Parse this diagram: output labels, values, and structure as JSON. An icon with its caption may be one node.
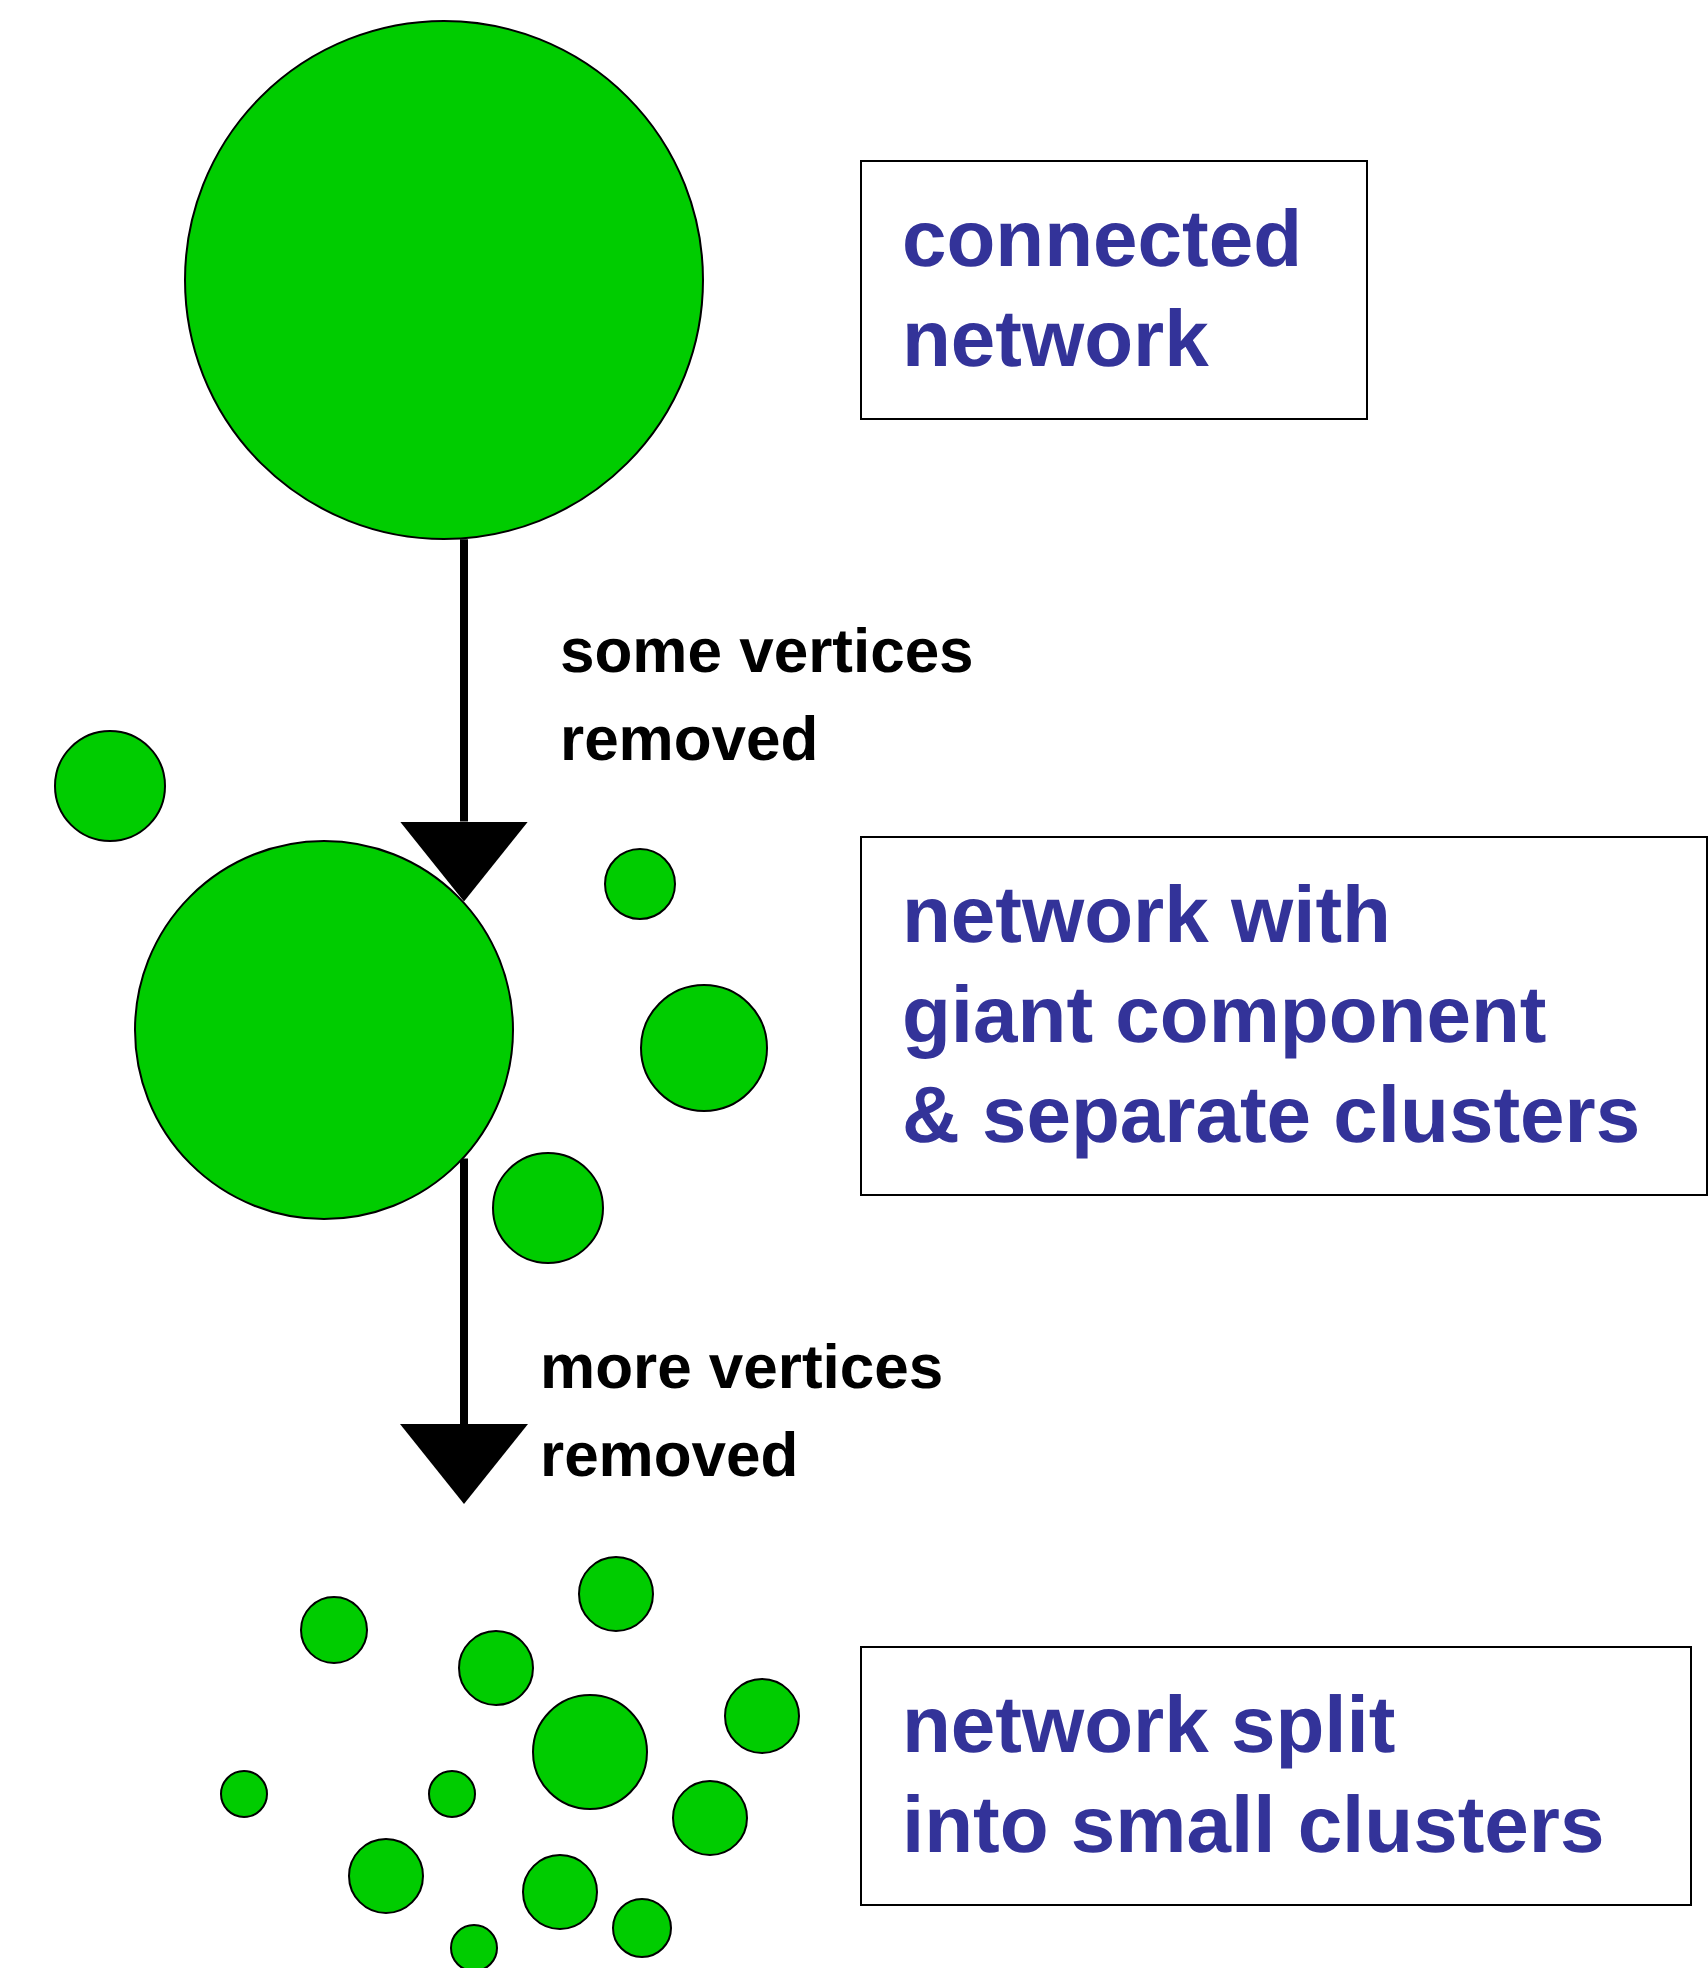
{
  "diagram": {
    "nodes": [
      {
        "text": [],
        "shape": "circle"
      },
      {
        "text": [
          "connected network"
        ]
      },
      {
        "text": [],
        "shape": "circle"
      },
      {
        "text": [],
        "shape": "circle"
      },
      {
        "text": [],
        "shape": "circle"
      },
      {
        "text": [],
        "shape": "circle"
      },
      {
        "text": [],
        "shape": "circle"
      },
      {
        "text": [
          "network with giant component & separate clusters"
        ]
      },
      {
        "text": [],
        "shape": "circle"
      },
      {
        "text": [],
        "shape": "circle"
      },
      {
        "text": [],
        "shape": "circle"
      },
      {
        "text": [],
        "shape": "circle"
      },
      {
        "text": [],
        "shape": "circle"
      },
      {
        "text": [],
        "shape": "circle"
      },
      {
        "text": [],
        "shape": "circle"
      },
      {
        "text": [],
        "shape": "circle"
      },
      {
        "text": [],
        "shape": "circle"
      },
      {
        "text": [],
        "shape": "circle"
      },
      {
        "text": [],
        "shape": "circle"
      },
      {
        "text": [],
        "shape": "circle"
      },
      {
        "text": [
          "network split into small clusters"
        ]
      }
    ],
    "edges": [
      {
        "from": 0,
        "to": 3,
        "arrow": "to",
        "label": "some vertices removed"
      },
      {
        "from": 3,
        "to": null,
        "arrow": "to",
        "label": "more vertices removed"
      }
    ]
  }
}
